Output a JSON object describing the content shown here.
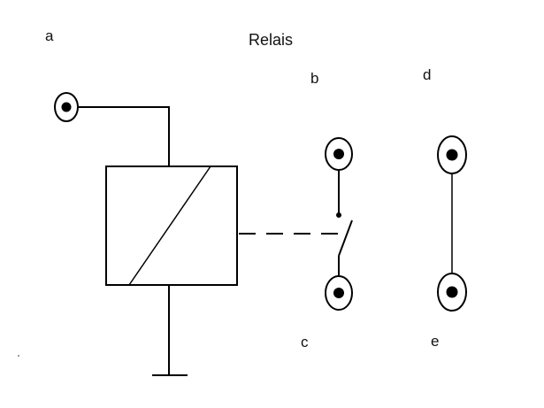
{
  "title": "Relais",
  "terminals": {
    "a": "a",
    "b": "b",
    "c": "c",
    "d": "d",
    "e": "e"
  }
}
